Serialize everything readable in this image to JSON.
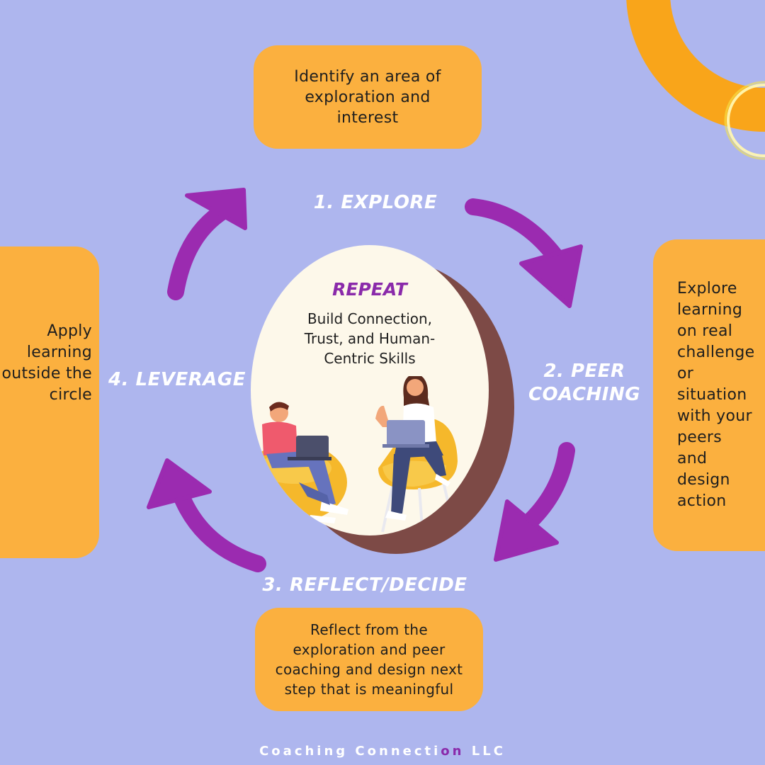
{
  "colors": {
    "background": "#aeb6ee",
    "box": "#fbb03f",
    "arrow": "#9b2bb0",
    "accent_text": "#8a2aaa",
    "center": "#fdf8ea",
    "center_shadow": "#7d4a46",
    "decor_ring": "#f9a51a"
  },
  "steps": {
    "explore": {
      "label": "1. EXPLORE"
    },
    "peer_coaching": {
      "label_line1": "2. PEER",
      "label_line2": "COACHING"
    },
    "reflect": {
      "label": "3. REFLECT/DECIDE"
    },
    "leverage": {
      "label": "4. LEVERAGE"
    }
  },
  "boxes": {
    "explore": {
      "lines": [
        "Identify an area of",
        "exploration and",
        "interest"
      ]
    },
    "peer_coaching": {
      "lines": [
        "Explore",
        "learning",
        "on real",
        "challenge",
        "or",
        "situation",
        "with your",
        "peers",
        "and",
        "design",
        "action"
      ]
    },
    "reflect": {
      "lines": [
        "Reflect from the",
        "exploration and peer",
        "coaching and design next",
        "step that is meaningful"
      ]
    },
    "leverage": {
      "lines": [
        "Apply",
        "learning",
        "outside the",
        "circle"
      ]
    }
  },
  "center": {
    "title": "REPEAT",
    "lines": [
      "Build Connection,",
      "Trust, and Human-",
      "Centric Skills"
    ],
    "illustration": "two-people-with-laptops"
  },
  "footer": {
    "text_part1": "Coaching Connecti",
    "text_accent": "on",
    "text_part2": " LLC"
  }
}
